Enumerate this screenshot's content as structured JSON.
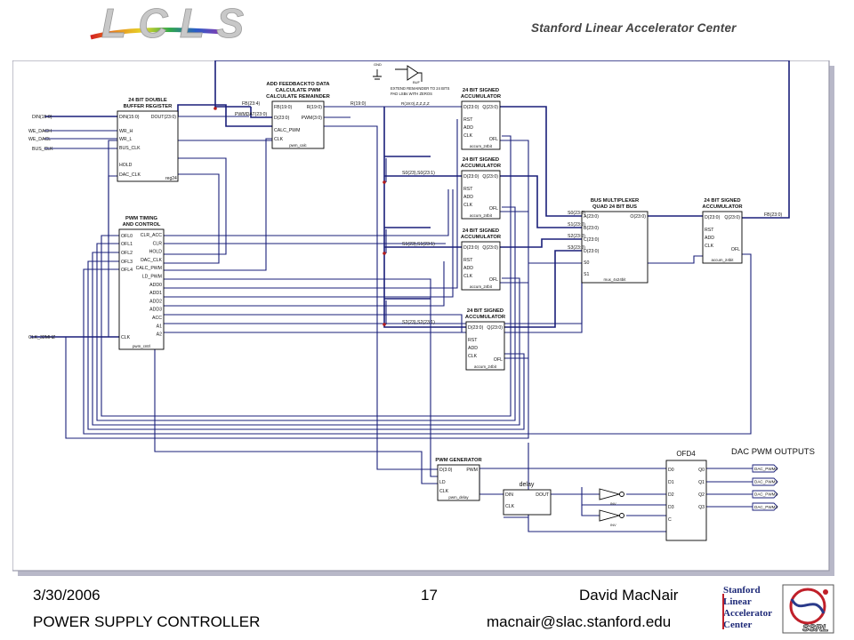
{
  "header": {
    "logo_text": "LCLS",
    "institution": "Stanford Linear Accelerator Center"
  },
  "schematic": {
    "caption": "DAC PWM OUTPUTS",
    "blocks": {
      "buffer": {
        "title1": "24 BIT DOUBLE",
        "title2": "BUFFER REGISTER",
        "part": "reg24",
        "pins_left": [
          "DIN(15:0)",
          "WR_H",
          "WR_L",
          "BUS_CLK",
          "HOLD",
          "DAC_CLK"
        ],
        "pins_right": [
          "DOUT(23:0)"
        ]
      },
      "feedback": {
        "title1": "ADD FEEDBACKTO DATA",
        "title2": "CALCULATE PWM",
        "title3": "CALCULATE REMAINDER",
        "part": "pwm_calc",
        "pins_left": [
          "FB(19:0)",
          "D(23:0)",
          "CALC_PWM",
          "CLK"
        ],
        "pins_right": [
          "R(19:0)",
          "PWM(3:0)"
        ]
      },
      "timing": {
        "title1": "PWM TIMING",
        "title2": "AND CONTROL",
        "part": "pwm_cntrl",
        "pins_left": [
          "OFL0",
          "OFL1",
          "OFL2",
          "OFL3",
          "OFL4",
          "CLK"
        ],
        "pins_right": [
          "CLR_ACC",
          "CLR",
          "HOLD",
          "DAC_CLK",
          "CALC_PWM",
          "LD_PWM",
          "ADD0",
          "ADD1",
          "ADD2",
          "ADD3",
          "ACC",
          "A1",
          "A2"
        ]
      },
      "acc_titles": [
        "24 BIT SIGNED",
        "ACCUMULATOR"
      ],
      "acc_part": "accum_24bit",
      "acc_pins_left": [
        "D(23:0)",
        "RST",
        "ADD",
        "CLK"
      ],
      "acc_pins_right": [
        "Q(23:0)",
        "OFL"
      ],
      "mux": {
        "title1": "BUS MULTIPLEXER",
        "title2": "QUAD 24 BIT BUS",
        "part": "mux_4x24bit",
        "pins_left": [
          "A(23:0)",
          "B(23:0)",
          "C(23:0)",
          "D(23:0)",
          "S0",
          "S1"
        ],
        "pins_right": [
          "O(23:0)"
        ]
      },
      "pwmgen": {
        "title": "PWM GENERATOR",
        "part": "pwm_delay",
        "pins_left": [
          "D(3:0)",
          "LD",
          "CLK"
        ],
        "pins_right": [
          "PWM"
        ]
      },
      "delay": {
        "title": "delay",
        "pins_left": [
          "DIN",
          "CLK"
        ],
        "pins_right": [
          "DOUT"
        ]
      },
      "ofd4": {
        "title": "OFD4",
        "pins_left": [
          "D0",
          "D1",
          "D2",
          "D3",
          "C"
        ],
        "pins_right": [
          "Q0",
          "Q1",
          "Q2",
          "Q3"
        ]
      }
    },
    "net_labels": {
      "din": "DIN(15:0)",
      "we_dach": "WE_DACH",
      "we_dacl": "WE_DACL",
      "bus_clk": "BUS_CLK",
      "clk_32": "CLK_32MHZ",
      "fb": "FB(23:4)",
      "pwmdat": "PWMDAT(23:0)",
      "r": "R(19:0)",
      "extend1": "EXTEND REMAINDER TO 24 BITS",
      "extend2": "PAD LSBs WITH ZEROS",
      "rpad": "R(19:0),Z,Z,Z,Z",
      "s0": "S0(23),S0(23:1)",
      "s1": "S1(23),S1(23:1)",
      "s2": "S2(23),S2(23:1)",
      "s0m": "S0(23:0)",
      "s1m": "S1(23:0)",
      "s2m": "S2(23:0)",
      "s3m": "S3(23:0)",
      "fbout": "FB(23:0)",
      "gnd": "GND",
      "buf": "BUF",
      "inv": "INV",
      "dac_pwm": [
        "DAC_PWM0",
        "DAC_PWM1",
        "DAC_PWM2",
        "DAC_PWM3"
      ]
    }
  },
  "footer": {
    "date": "3/30/2006",
    "page": "17",
    "author": "David MacNair",
    "topic": "POWER SUPPLY CONTROLLER",
    "email": "macnair@slac.stanford.edu"
  },
  "slac_logo": {
    "words": [
      "Stanford",
      "Linear",
      "Accelerator",
      "Center"
    ],
    "badge": "SSRL"
  },
  "colors": {
    "wire": "#1a1f7a",
    "box": "#000000",
    "accent": "#b31b1b",
    "footer_text": "#000000"
  }
}
